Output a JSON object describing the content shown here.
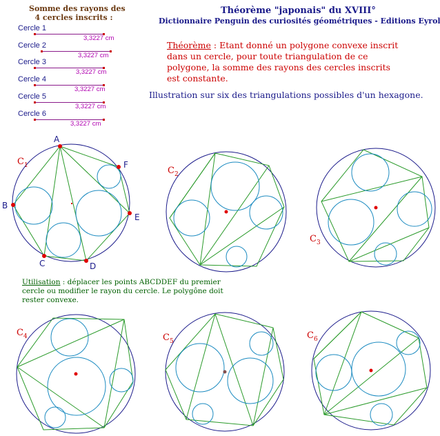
{
  "header": {
    "line1": "Somme des rayons des",
    "line2": "4 cercles inscrits :"
  },
  "sums": [
    {
      "label": "Cercle 1",
      "value": "3,3227 cm"
    },
    {
      "label": "Cercle 2",
      "value": "3,3227 cm"
    },
    {
      "label": "Cercle 3",
      "value": "3,3227 cm"
    },
    {
      "label": "Cercle 4",
      "value": "3,3227 cm"
    },
    {
      "label": "Cercle 5",
      "value": "3,3227 cm"
    },
    {
      "label": "Cercle 6",
      "value": "3,3227 cm"
    }
  ],
  "title": "Théorème \"japonais\" du XVIII°",
  "subtitle": "Dictionnaire Penguin des curiosités géométriques - Editions Eyrolles",
  "theorem": {
    "keyword": "Théorème",
    "text": " : Etant donné un polygone convexe inscrit dans un cercle, pour toute triangulation de ce polygone, la somme des rayons des cercles inscrits est constante."
  },
  "illustration": "Illustration sur six des triangulations possibles d'un hexagone.",
  "usage": {
    "keyword": "Utilisation",
    "text": " : déplacer les points ABCDDEF du premier cercle ou modifier le rayon du cercle. Le polygône doit rester convexe."
  },
  "point_labels": {
    "A": "A",
    "B": "B",
    "C": "C",
    "D": "D",
    "E": "E",
    "F": "F"
  },
  "circle_labels": [
    {
      "letter": "C",
      "index": "1"
    },
    {
      "letter": "C",
      "index": "2"
    },
    {
      "letter": "C",
      "index": "3"
    },
    {
      "letter": "C",
      "index": "4"
    },
    {
      "letter": "C",
      "index": "5"
    },
    {
      "letter": "C",
      "index": "6"
    }
  ],
  "colors": {
    "circle": "#1a1a8a",
    "polygon": "#2a9a2a",
    "incircle": "#1a8ac0",
    "point": "#e00000",
    "label_red": "#cc0000"
  }
}
